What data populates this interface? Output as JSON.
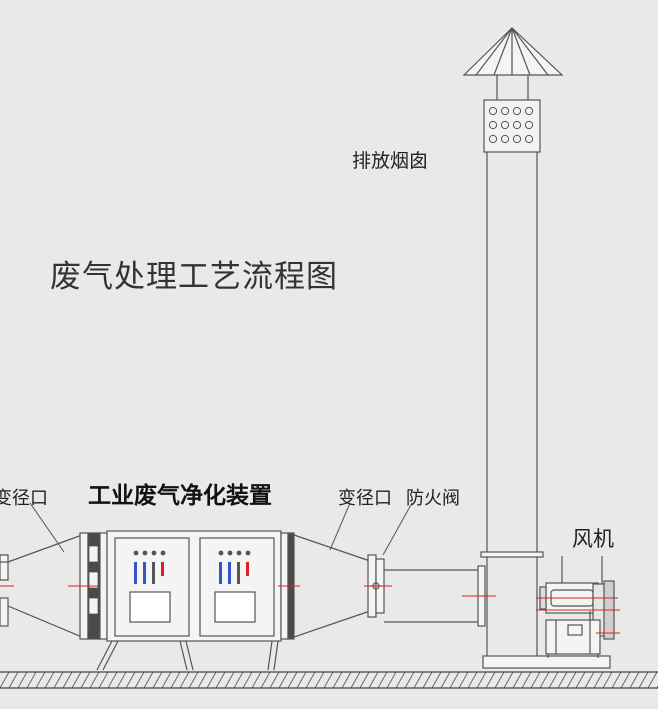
{
  "title": "废气处理工艺流程图",
  "labels": {
    "chimney": "排放烟囱",
    "device": "工业废气净化装置",
    "reducer_left": "变径口",
    "reducer_right": "变径口",
    "fire_damper": "防火阀",
    "fan": "风机"
  },
  "colors": {
    "background": "#e9e9e9",
    "line": "#555555",
    "centerline": "#e02020",
    "indicator": "#3355cc"
  }
}
